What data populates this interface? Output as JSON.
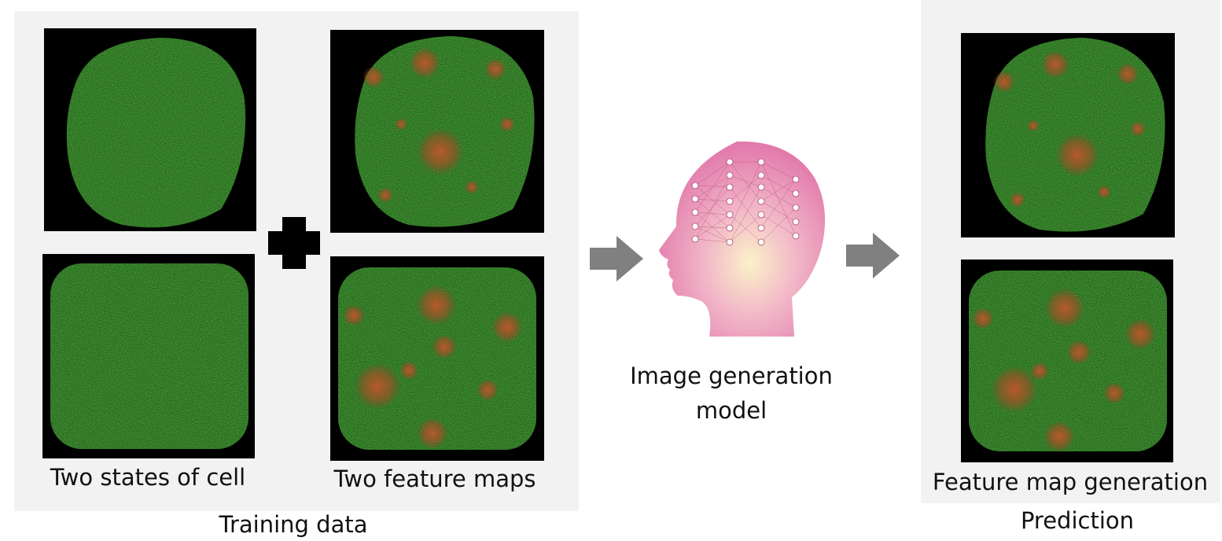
{
  "training": {
    "panel_label": "Training data",
    "left_caption": "Two states of cell",
    "right_caption": "Two feature maps"
  },
  "model": {
    "label": "Image generation model",
    "icon": "head-neural-network-icon"
  },
  "prediction": {
    "caption": "Feature map generation",
    "panel_label": "Prediction"
  },
  "operators": {
    "plus": "plus-icon",
    "arrow": "right-arrow-icon"
  },
  "colors": {
    "cell_green": "#2e7d1e",
    "feature_red": "#c0502a",
    "panel_bg": "#f2f2f2",
    "arrow_gray": "#808080",
    "head_pink": "#e58ab4"
  }
}
